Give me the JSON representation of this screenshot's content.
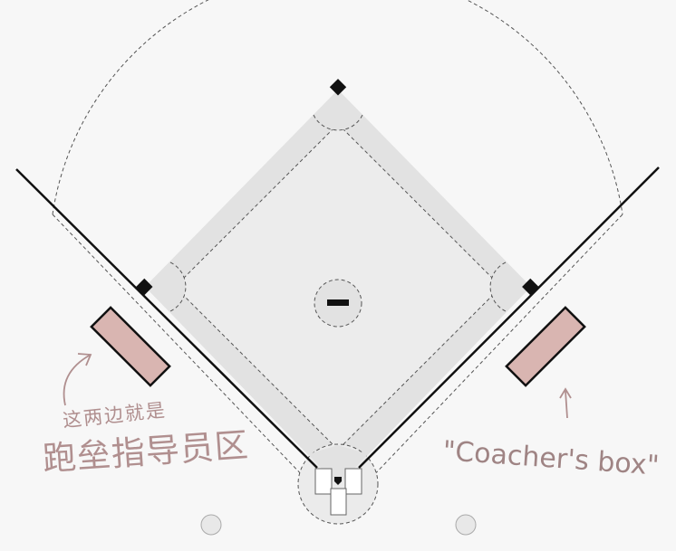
{
  "annotations": {
    "left_small": "这两边就是",
    "left_big": "跑垒指导员区",
    "right": "\"Coacher's box\""
  },
  "colors": {
    "background": "#f7f7f7",
    "infield": "#e2e2e2",
    "grass": "#ececec",
    "coach_box_fill": "#d9b5b1",
    "annotation": "#b08f8f",
    "lines": "#111111"
  },
  "icons": {
    "bases": "black-diamond",
    "arrows": "hand-drawn-arrow"
  }
}
